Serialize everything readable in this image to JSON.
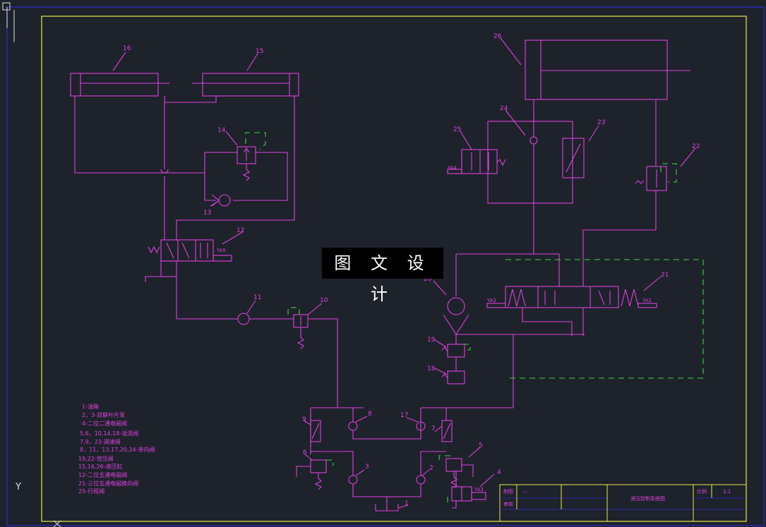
{
  "watermark": "图 文 设 计",
  "labels": [
    "1",
    "2",
    "3",
    "4",
    "5",
    "6",
    "7",
    "8",
    "9",
    "10",
    "11",
    "12",
    "13",
    "14",
    "15",
    "16",
    "17",
    "18",
    "19",
    "20",
    "21",
    "22",
    "23",
    "24",
    "25",
    "26"
  ],
  "solenoids": {
    "ya1": "YA1",
    "ya2": "YA2",
    "ya3": "YA3",
    "ya4": "YA4",
    "ya5": "YA5"
  },
  "legend": [
    "1-油箱",
    "2，3-双联叶片泵",
    "4-二位二通电磁阀",
    "5,6，10,14,18-溢流阀",
    "7,9，23-调速阀",
    "8，11，13,17,20,24-单向阀",
    "19,22-背压阀",
    "15,16,26-液压缸",
    "12-二位五通电磁阀",
    "21-三位五通电磁换向阀",
    "25-行程阀"
  ],
  "title_block": {
    "drawn_by": "制图",
    "checked_by": "审核",
    "dash": "—",
    "title": "液压控制系统图",
    "scale_label": "比例",
    "scale_value": "1:1"
  },
  "ucs_axis": "Y",
  "colors": {
    "line": "#e040e0",
    "frame": "#e8e84a",
    "border": "#2a2ab0",
    "pilot": "#38d838",
    "watermark_bg": "#000000"
  }
}
